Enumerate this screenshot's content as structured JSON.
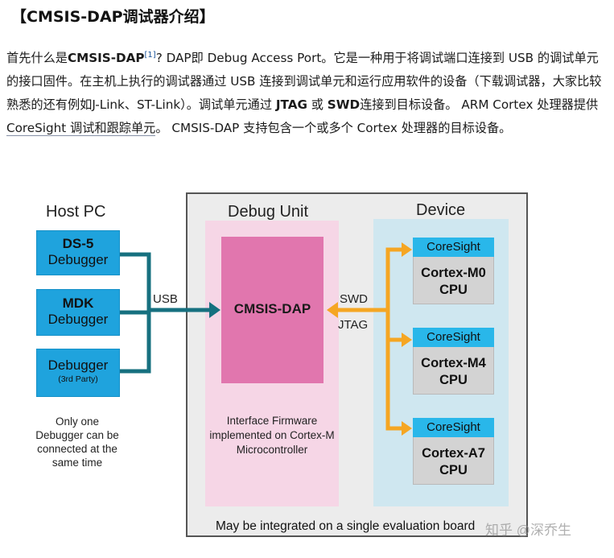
{
  "heading": "【CMSIS-DAP调试器介绍】",
  "intro": {
    "p1": "首先什么是",
    "b1": "CMSIS-DAP",
    "ref": "[1]",
    "p2": "? DAP即 Debug Access Port。它是一种用于将调试端口连接到 USB 的调试单元的接口固件。在主机上执行的调试器通过 USB 连接到调试单元和运行应用软件的设备（下载调试器，大家比较熟悉的还有例如J-Link、ST-Link）。调试单元通过 ",
    "b2": "JTAG",
    "p3": " 或 ",
    "b3": "SWD",
    "p4": "连接到目标设备。 ARM Cortex 处理器提供",
    "link": "CoreSight 调试和跟踪单元",
    "p5": "。 CMSIS-DAP 支持包含一个或多个 Cortex 处理器的目标设备。"
  },
  "diagram": {
    "host_title": "Host PC",
    "debuggers": [
      {
        "line1": "DS-5",
        "line2": "Debugger"
      },
      {
        "line1": "MDK",
        "line2": "Debugger"
      },
      {
        "line1": "Debugger",
        "line2": "(3rd Party)"
      }
    ],
    "host_note": "Only one Debugger can be connected at the same time",
    "usb_label": "USB",
    "debug_unit_title": "Debug Unit",
    "cmsis_label": "CMSIS-DAP",
    "firmware_note": "Interface Firmware implemented on Cortex-M Microcontroller",
    "swd_label": "SWD",
    "jtag_label": "JTAG",
    "device_title": "Device",
    "cpus": [
      {
        "tag": "CoreSight",
        "name1": "Cortex-M0",
        "name2": "CPU"
      },
      {
        "tag": "CoreSight",
        "name1": "Cortex-M4",
        "name2": "CPU"
      },
      {
        "tag": "CoreSight",
        "name1": "Cortex-A7",
        "name2": "CPU"
      }
    ],
    "board_note": "May be integrated on a single evaluation board",
    "watermark": "知乎 @深乔生",
    "colors": {
      "teal_wire": "#16707f",
      "orange_wire": "#f5a623",
      "debugger_blue": "#1fa3dd",
      "cmsis_pink": "#e176ae",
      "coresight_blue": "#29b7ea"
    }
  }
}
